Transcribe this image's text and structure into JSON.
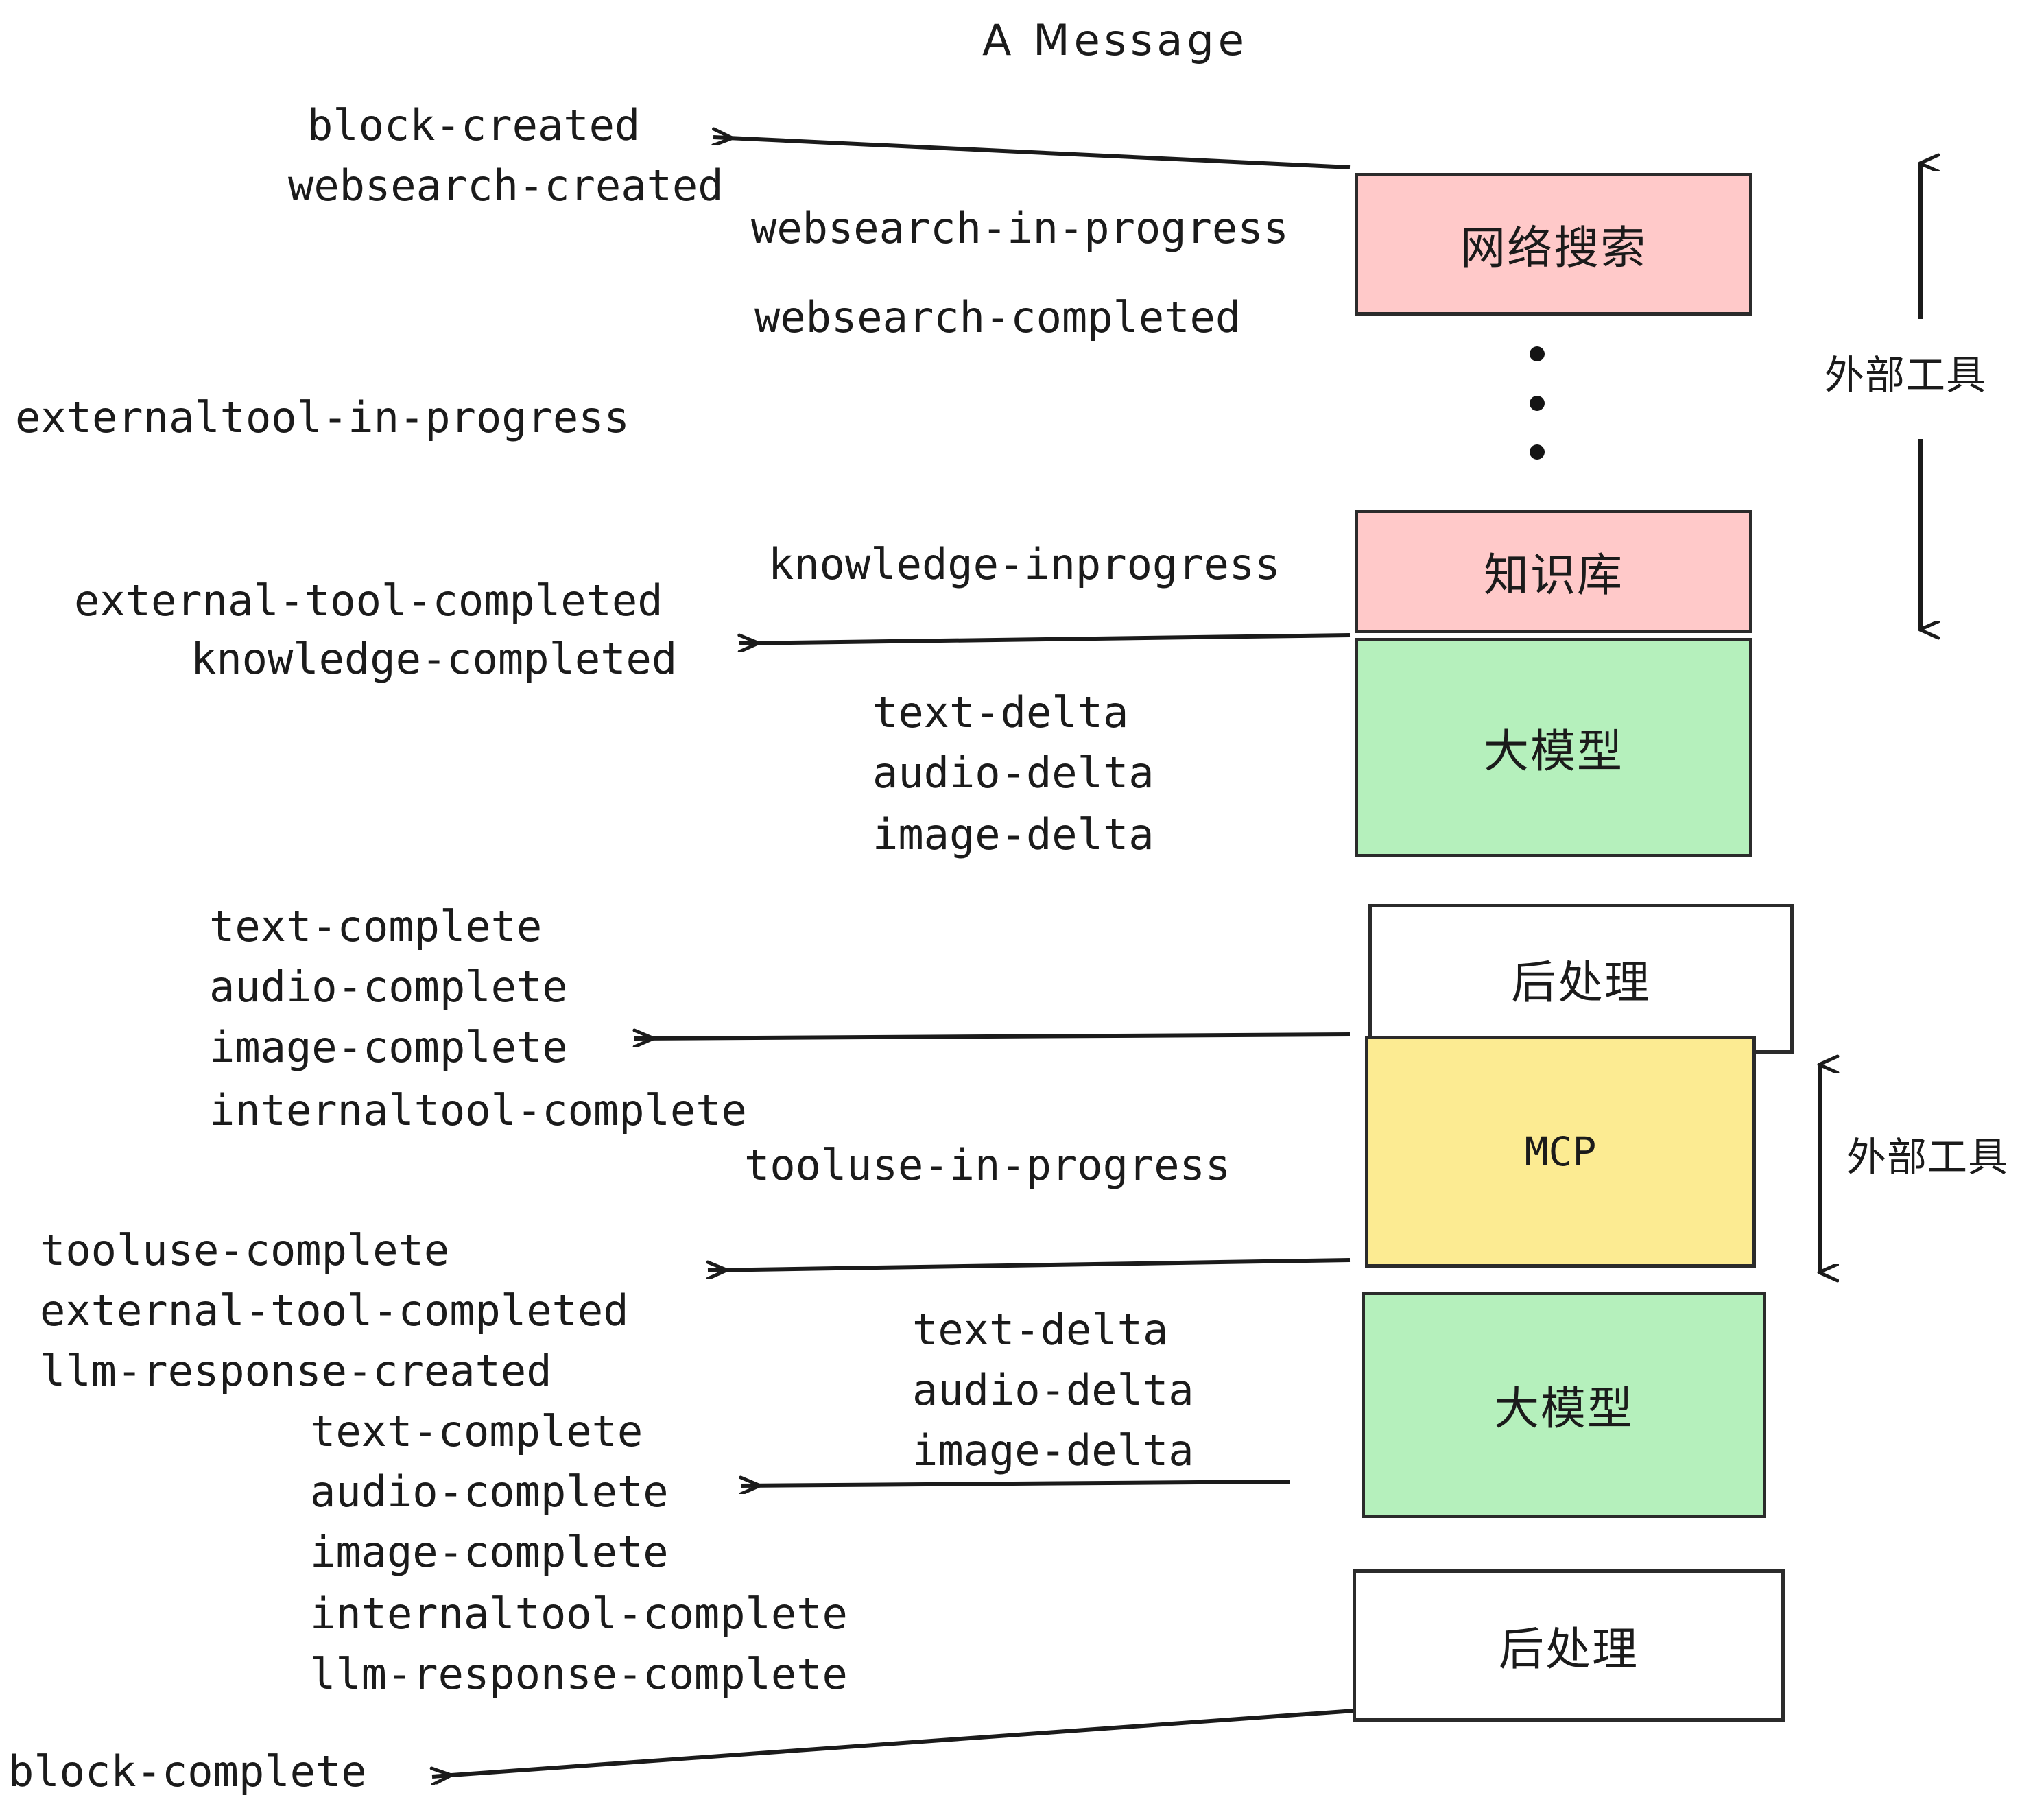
{
  "title": "A Message",
  "colors": {
    "pink": "#FFC9C9",
    "green": "#B5F0BC",
    "yellow": "#FCEB92",
    "white": "#FFFFFF",
    "stroke": "#2B2B2B",
    "text": "#1B1B1B"
  },
  "boxes": [
    {
      "id": "websearch",
      "label": "网络搜索",
      "fill": "pink"
    },
    {
      "id": "knowledge",
      "label": "知识库",
      "fill": "pink"
    },
    {
      "id": "llm-top",
      "label": "大模型",
      "fill": "green"
    },
    {
      "id": "postprocess-top",
      "label": "后处理",
      "fill": "white"
    },
    {
      "id": "mcp",
      "label": "MCP",
      "fill": "yellow"
    },
    {
      "id": "llm-bottom",
      "label": "大模型",
      "fill": "green"
    },
    {
      "id": "postprocess-bottom",
      "label": "后处理",
      "fill": "white"
    }
  ],
  "side_labels": [
    {
      "id": "external-tool-top",
      "label": "外部工具"
    },
    {
      "id": "external-tool-bottom",
      "label": "外部工具"
    }
  ],
  "events": [
    {
      "id": "block-created",
      "label": "block-created"
    },
    {
      "id": "websearch-created",
      "label": "websearch-created"
    },
    {
      "id": "websearch-in-progress",
      "label": "websearch-in-progress"
    },
    {
      "id": "websearch-completed",
      "label": "websearch-completed"
    },
    {
      "id": "externaltool-in-progress",
      "label": "externaltool-in-progress"
    },
    {
      "id": "knowledge-inprogress",
      "label": "knowledge-inprogress"
    },
    {
      "id": "external-tool-completed-1",
      "label": "external-tool-completed"
    },
    {
      "id": "knowledge-completed",
      "label": "knowledge-completed"
    },
    {
      "id": "text-delta-1",
      "label": "text-delta"
    },
    {
      "id": "audio-delta-1",
      "label": "audio-delta"
    },
    {
      "id": "image-delta-1",
      "label": "image-delta"
    },
    {
      "id": "text-complete-1",
      "label": "text-complete"
    },
    {
      "id": "audio-complete-1",
      "label": "audio-complete"
    },
    {
      "id": "image-complete-1",
      "label": "image-complete"
    },
    {
      "id": "internaltool-complete-1",
      "label": "internaltool-complete"
    },
    {
      "id": "tooluse-in-progress",
      "label": "tooluse-in-progress"
    },
    {
      "id": "tooluse-complete",
      "label": "tooluse-complete"
    },
    {
      "id": "external-tool-completed-2",
      "label": "external-tool-completed"
    },
    {
      "id": "llm-response-created",
      "label": "llm-response-created"
    },
    {
      "id": "text-delta-2",
      "label": "text-delta"
    },
    {
      "id": "audio-delta-2",
      "label": "audio-delta"
    },
    {
      "id": "image-delta-2",
      "label": "image-delta"
    },
    {
      "id": "text-complete-2",
      "label": "text-complete"
    },
    {
      "id": "audio-complete-2",
      "label": "audio-complete"
    },
    {
      "id": "image-complete-2",
      "label": "image-complete"
    },
    {
      "id": "internaltool-complete-2",
      "label": "internaltool-complete"
    },
    {
      "id": "llm-response-complete",
      "label": "llm-response-complete"
    },
    {
      "id": "block-complete",
      "label": "block-complete"
    }
  ]
}
